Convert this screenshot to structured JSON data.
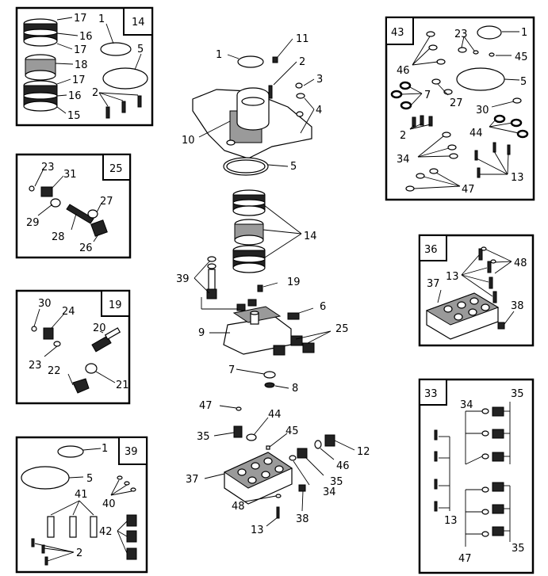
{
  "insets": {
    "i14": {
      "tag": "14",
      "labels": [
        "17",
        "16",
        "17",
        "18",
        "17",
        "16",
        "15",
        "1",
        "5",
        "2"
      ]
    },
    "i25": {
      "tag": "25",
      "labels": [
        "23",
        "31",
        "27",
        "29",
        "28",
        "26"
      ]
    },
    "i19": {
      "tag": "19",
      "labels": [
        "30",
        "24",
        "20",
        "23",
        "22",
        "21"
      ]
    },
    "i39": {
      "tag": "39",
      "labels": [
        "1",
        "5",
        "41",
        "40",
        "2",
        "42"
      ]
    },
    "i43": {
      "tag": "43",
      "labels": [
        "23",
        "1",
        "46",
        "45",
        "7",
        "5",
        "27",
        "30",
        "2",
        "44",
        "34",
        "13",
        "47"
      ]
    },
    "i36": {
      "tag": "36",
      "labels": [
        "48",
        "13",
        "37",
        "38"
      ]
    },
    "i33": {
      "tag": "33",
      "labels": [
        "35",
        "34",
        "13",
        "47",
        "35"
      ]
    }
  },
  "main": {
    "labels": [
      "11",
      "1",
      "2",
      "3",
      "4",
      "10",
      "5",
      "14",
      "39",
      "19",
      "6",
      "9",
      "25",
      "7",
      "8",
      "47",
      "44",
      "45",
      "35",
      "12",
      "46",
      "37",
      "35",
      "34",
      "48",
      "38",
      "13"
    ]
  }
}
